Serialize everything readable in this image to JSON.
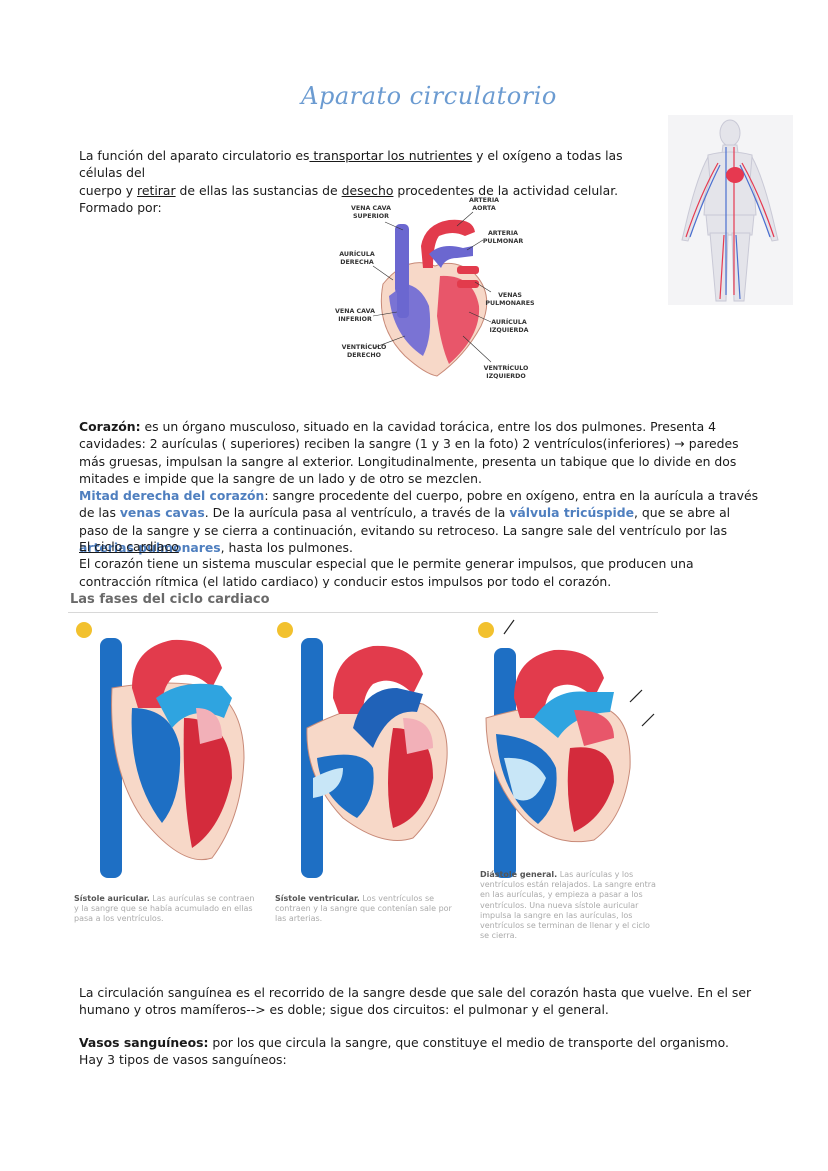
{
  "title": "Aparato circulatorio",
  "intro": {
    "s1": "La función del aparato circulatorio es",
    "s2": " transportar los nutrientes",
    "s3": " y el oxígeno a todas las células del",
    "s4": "cuerpo y ",
    "s5": "retirar",
    "s6": " de ellas las sustancias de ",
    "s7": "desecho",
    "s8": " procedentes de la actividad celular.",
    "s9": "Formado por:"
  },
  "heart_labels": {
    "vena_cava_superior": "VENA CAVA SUPERIOR",
    "arteria_aorta": "ARTERIA AORTA",
    "arteria_pulmonar": "ARTERIA PULMONAR",
    "auricula_derecha": "AURÍCULA DERECHA",
    "venas_pulmonares": "VENAS PULMONARES",
    "vena_cava_inferior": "VENA CAVA INFERIOR",
    "auricula_izquierda": "AURÍCULA IZQUIERDA",
    "ventriculo_derecho": "VENTRÍCULO DERECHO",
    "ventriculo_izquierdo": "VENTRÍCULO IZQUIERDO"
  },
  "corazon": {
    "label": "Corazón:",
    "text": " es un  órgano musculoso, situado en la cavidad torácica, entre los dos pulmones. Presenta 4 cavidades: 2 aurículas ( superiores) reciben la sangre (1 y 3 en la foto) 2 ventrículos(inferiores) → paredes más gruesas, impulsan la sangre al exterior. Longitudinalmente, presenta un tabique que lo divide en dos mitades e impide que la sangre de un lado y de otro se mezclen."
  },
  "mitad": {
    "label": "Mitad derecha del corazón",
    "t1": ": sangre procedente del cuerpo, pobre en oxígeno, entra en la aurícula a través de las ",
    "venas": "venas cavas",
    "t2": ". De la aurícula pasa al ventrículo, a través de la ",
    "valvula": "válvula tricúspide",
    "t3": ", que se abre al paso de la sangre y se cierra a continuación, evitando su retroceso. La sangre sale del ventrículo por las ",
    "arterias": "arterias pulmonares",
    "t4": ", hasta los pulmones."
  },
  "ciclo": {
    "heading": "El ciclo cardiaco",
    "text": " El corazón tiene un sistema muscular especial que le permite generar impulsos, que producen una contracción rítmica (el latido cardiaco) y conducir estos impulsos por todo el corazón."
  },
  "fases": {
    "title": "Las fases del ciclo cardiaco",
    "p1_label": "Sístole auricular.",
    "p1_text": " Las aurículas se contraen y la sangre que se había acumulado en ellas pasa a los ventrículos.",
    "p2_label": "Sístole ventricular.",
    "p2_text": " Los ventrículos se contraen y la sangre que contenían sale por las arterias.",
    "p3_label": "Diástole general.",
    "p3_text": " Las aurículas y los ventrículos están relajados. La sangre entra en las aurículas, y empieza a pasar a los ventrículos. Una nueva sístole auricular impulsa la sangre en las aurículas, los ventrículos se terminan de llenar y el ciclo se cierra."
  },
  "circulacion": "La circulación sanguínea es el recorrido de la sangre desde que sale del corazón hasta que vuelve. En el ser humano y otros mamíferos--> es doble; sigue dos circuitos: el pulmonar y el general.",
  "vasos": {
    "label": "Vasos sanguíneos:",
    "text": " por los que circula la sangre, que constituye el medio de transporte del organismo.",
    "tipos": "Hay 3 tipos de vasos sanguíneos:"
  },
  "colors": {
    "title": "#6b9bd1",
    "highlight": "#4f7fbf",
    "artery": "#e63950",
    "vein": "#4a6fd0",
    "light_blue": "#2fa4e0"
  }
}
